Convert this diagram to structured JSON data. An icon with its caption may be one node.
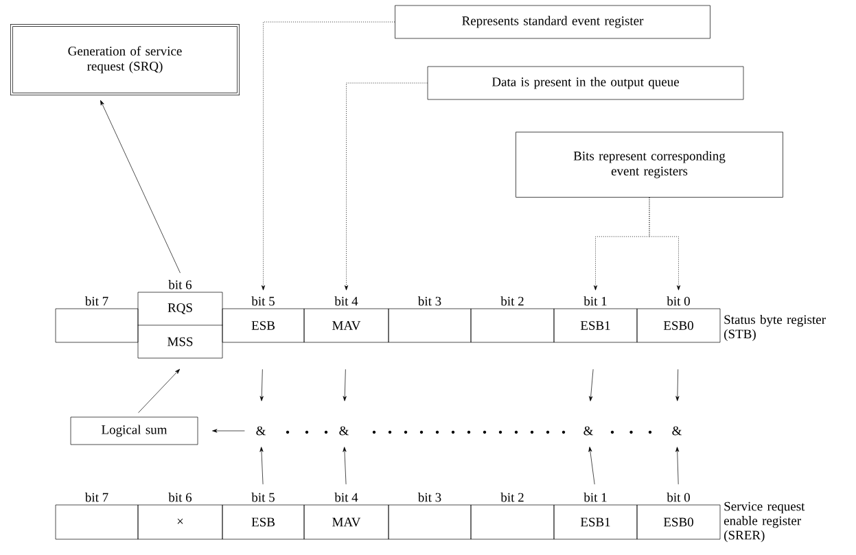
{
  "diagram": {
    "nodes": [
      {
        "text": [
          "Generation of service request (SRQ)"
        ]
      },
      {
        "text": [
          "Represents standard event register"
        ]
      },
      {
        "text": [
          "Data is present in the output queue"
        ]
      },
      {
        "text": [
          "Bits represent corresponding event registers"
        ]
      },
      {
        "text": [],
        "shape": "box",
        "beside": [
          "bit 7"
        ]
      },
      {
        "text": [
          "RQS",
          "MSS"
        ],
        "beside": [
          "bit 6"
        ]
      },
      {
        "text": [
          "ESB"
        ],
        "beside": [
          "bit 5"
        ]
      },
      {
        "text": [
          "MAV"
        ],
        "beside": [
          "bit 4"
        ]
      },
      {
        "text": [],
        "shape": "box",
        "beside": [
          "bit 3"
        ]
      },
      {
        "text": [],
        "shape": "box",
        "beside": [
          "bit 2"
        ]
      },
      {
        "text": [
          "ESB1"
        ],
        "beside": [
          "bit 1"
        ]
      },
      {
        "text": [
          "ESB0"
        ],
        "beside": [
          "bit 0"
        ]
      },
      {
        "text": [
          "Logical sum"
        ]
      },
      {
        "text": [
          "&"
        ]
      },
      {
        "text": [
          "&"
        ]
      },
      {
        "text": [
          "&"
        ]
      },
      {
        "text": [
          "&"
        ]
      },
      {
        "text": [],
        "shape": "box",
        "beside": [
          "bit 7"
        ]
      },
      {
        "text": [
          "×"
        ],
        "beside": [
          "bit 6"
        ]
      },
      {
        "text": [
          "ESB"
        ],
        "beside": [
          "bit 5"
        ]
      },
      {
        "text": [
          "MAV"
        ],
        "beside": [
          "bit 4"
        ]
      },
      {
        "text": [],
        "shape": "box",
        "beside": [
          "bit 3"
        ]
      },
      {
        "text": [],
        "shape": "box",
        "beside": [
          "bit 2"
        ]
      },
      {
        "text": [
          "ESB1"
        ],
        "beside": [
          "bit 1"
        ]
      },
      {
        "text": [
          "ESB0"
        ],
        "beside": [
          "bit 0"
        ]
      }
    ],
    "edges": [
      {
        "from": 5,
        "to": 0,
        "arrow": "to"
      },
      {
        "from": 1,
        "to": 6,
        "arrow": "to",
        "style": "dashed"
      },
      {
        "from": 2,
        "to": 7,
        "arrow": "to",
        "style": "dashed"
      },
      {
        "from": 3,
        "to": 10,
        "arrow": "to",
        "style": "dashed"
      },
      {
        "from": 3,
        "to": 11,
        "arrow": "to",
        "style": "dashed"
      },
      {
        "from": 6,
        "to": 13,
        "arrow": "to"
      },
      {
        "from": 7,
        "to": 14,
        "arrow": "to"
      },
      {
        "from": 10,
        "to": 15,
        "arrow": "to"
      },
      {
        "from": 11,
        "to": 16,
        "arrow": "to"
      },
      {
        "from": 13,
        "to": 12,
        "arrow": "to"
      },
      {
        "from": 12,
        "to": 5,
        "arrow": "to"
      },
      {
        "from": 19,
        "to": 13,
        "arrow": "to"
      },
      {
        "from": 20,
        "to": 14,
        "arrow": "to"
      },
      {
        "from": 23,
        "to": 15,
        "arrow": "to"
      },
      {
        "from": 24,
        "to": 16,
        "arrow": "to"
      }
    ],
    "labels": [
      "Status byte register (STB)",
      "Service request enable register (SRER)"
    ]
  }
}
